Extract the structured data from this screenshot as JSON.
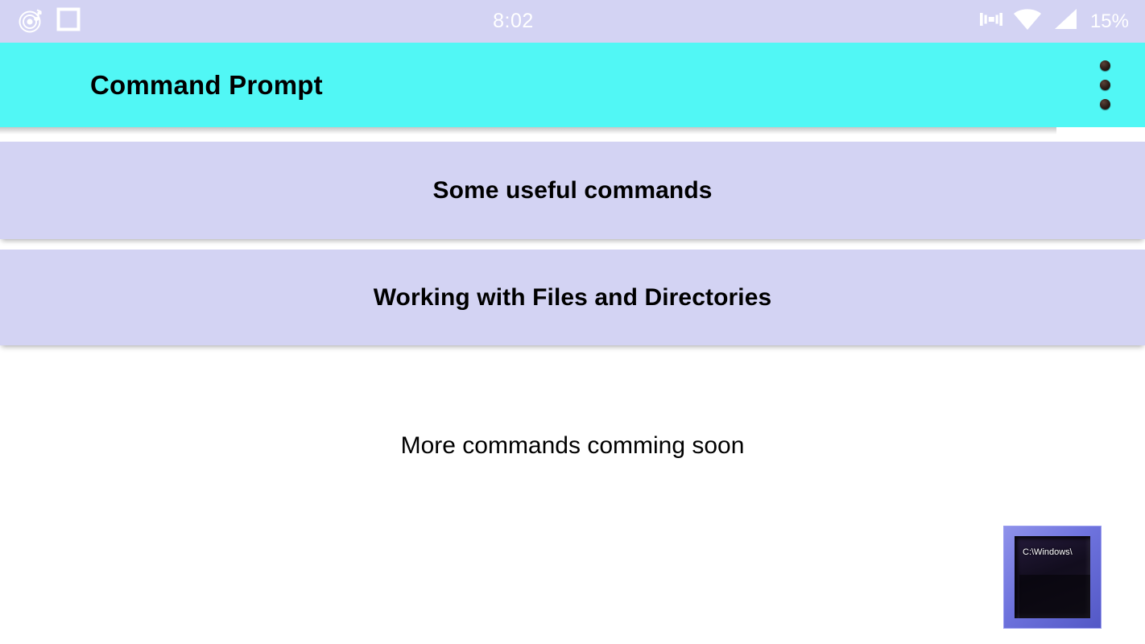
{
  "status_bar": {
    "time": "8:02",
    "battery": "15%",
    "background_color": "#d3d3f3",
    "text_color": "#ffffff",
    "left_icons": [
      {
        "name": "music-note-icon",
        "label": "music player notification"
      },
      {
        "name": "square-outline-icon",
        "label": "app notification"
      }
    ],
    "right_icons": [
      {
        "name": "vibrate-icon",
        "label": "vibrate mode"
      },
      {
        "name": "wifi-icon",
        "label": "wifi signal"
      },
      {
        "name": "cellular-signal-icon",
        "label": "cellular signal"
      }
    ]
  },
  "app_bar": {
    "title": "Command Prompt",
    "background_color": "#51f7f5",
    "title_color": "#000000",
    "overflow_menu": {
      "name": "more-options",
      "dots": 3
    }
  },
  "main": {
    "cards": [
      {
        "label": "Some useful commands",
        "background_color": "#d3d3f3"
      },
      {
        "label": "Working with Files and Directories",
        "background_color": "#d3d3f3"
      }
    ],
    "footer_text": "More commands comming soon",
    "cmd_icon": {
      "name": "command-prompt-icon",
      "path_text": "C:\\Windows\\",
      "frame_color": "#6e73dd",
      "screen_color": "#120d1e"
    }
  }
}
